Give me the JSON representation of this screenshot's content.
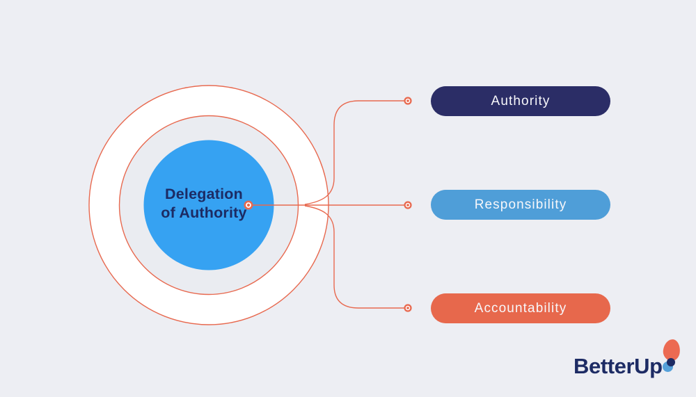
{
  "colors": {
    "background": "#edeef3",
    "connector": "#e8694f",
    "ring_white": "#ffffff",
    "inner_ring_fill": "#eaecf1",
    "hub_blue": "#36a2f2",
    "hub_text": "#1c2b64",
    "dot_core": "#e8694f",
    "dot_ring": "#ffffff",
    "pill_navy": "#2b2d66",
    "pill_blue": "#4f9ed8",
    "pill_coral": "#e7684c",
    "pill_text": "#f7f7fa",
    "logo_navy": "#1d2b64",
    "logo_coral": "#ec6a52",
    "logo_blue": "#55a1da"
  },
  "diagram": {
    "hub": {
      "label_line1": "Delegation",
      "label_line2": "of Authority"
    },
    "branches": [
      {
        "label": "Authority"
      },
      {
        "label": "Responsibility"
      },
      {
        "label": "Accountability"
      }
    ]
  },
  "logo": {
    "wordmark": "BetterUp"
  }
}
